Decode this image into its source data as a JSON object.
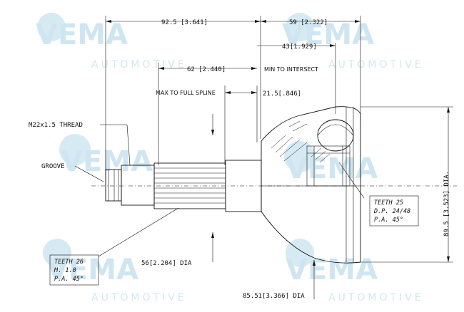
{
  "watermark": {
    "brand": "VEMA",
    "sub": "AUTOMOTIVE"
  },
  "dimensions": {
    "d1": "92.5 [3.641]",
    "d2": "59 [2.322]",
    "d3": "43[1.929]",
    "d4": "62 [2.440]",
    "d5": "MIN TO INTERSECT",
    "d6": "MAX TO FULL SPLINE",
    "d7": "21.5[.846]",
    "d8": "89.5 [3.523] DIA.",
    "d9": "56[2.204] DIA",
    "d10": "85.51[3.366] DIA"
  },
  "callouts": {
    "thread": "M22x1.5 THREAD",
    "groove": "GROOVE"
  },
  "spec_inner": {
    "l1": "TEETH 25",
    "l2": "D.P. 24/48",
    "l3": "P.A. 45°"
  },
  "spec_outer": {
    "l1": "TEETH 26",
    "l2": "M. 1.0",
    "l3": "P.A. 45°"
  }
}
